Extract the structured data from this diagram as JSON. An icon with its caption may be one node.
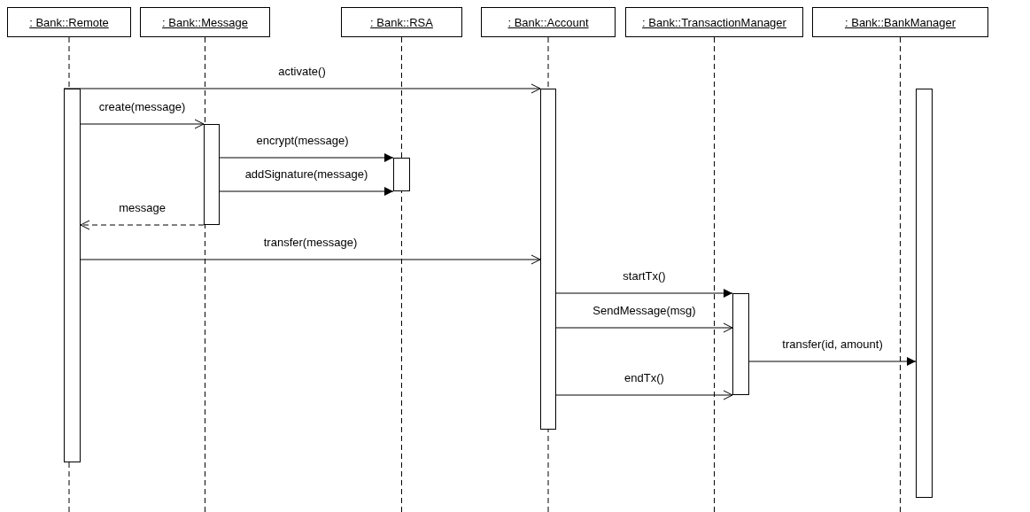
{
  "diagram": {
    "nodes": [
      {
        "text": [
          ": Bank::Remote"
        ]
      },
      {
        "text": [
          ": Bank::Message"
        ]
      },
      {
        "text": [
          ": Bank::RSA"
        ]
      },
      {
        "text": [
          ": Bank::Account"
        ]
      },
      {
        "text": [
          ": Bank::TransactionManager"
        ]
      },
      {
        "text": [
          ": Bank::BankManager"
        ]
      },
      {
        "text": [],
        "shape": "bar"
      },
      {
        "text": [],
        "shape": "bar"
      },
      {
        "text": [],
        "shape": "bar"
      },
      {
        "text": [],
        "shape": "bar"
      },
      {
        "text": [],
        "shape": "bar"
      },
      {
        "text": [],
        "shape": "bar"
      }
    ],
    "edges": [
      {
        "from": 6,
        "to": 9,
        "arrow": "to",
        "label": "activate()"
      },
      {
        "from": 6,
        "to": 7,
        "arrow": "to",
        "label": "create(message)"
      },
      {
        "from": 7,
        "to": 8,
        "arrow": "to",
        "label": "encrypt(message)"
      },
      {
        "from": 7,
        "to": 8,
        "arrow": "to",
        "label": "addSignature(message)"
      },
      {
        "from": 7,
        "to": 6,
        "arrow": "to",
        "label": "message",
        "style": "dashed"
      },
      {
        "from": 6,
        "to": 9,
        "arrow": "to",
        "label": "transfer(message)"
      },
      {
        "from": 9,
        "to": 10,
        "arrow": "to",
        "label": "startTx()"
      },
      {
        "from": 9,
        "to": 10,
        "arrow": "to",
        "label": "SendMessage(msg)"
      },
      {
        "from": 9,
        "to": 10,
        "arrow": "to",
        "label": "endTx()"
      },
      {
        "from": 10,
        "to": 11,
        "arrow": "to",
        "label": "transfer(id, amount)"
      }
    ]
  }
}
